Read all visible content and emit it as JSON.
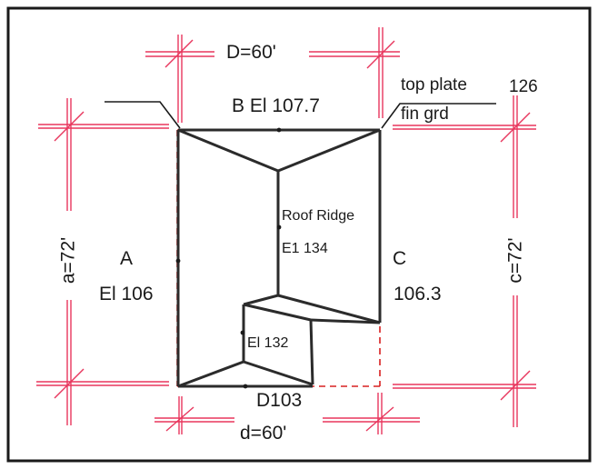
{
  "labels": {
    "dim_top": "D=60'",
    "dim_bottom": "d=60'",
    "dim_left": "a=72'",
    "dim_right": "c=72'",
    "side_b": "B El 107.7",
    "side_a_letter": "A",
    "side_a_elev": "El 106",
    "side_c_letter": "C",
    "side_c_elev": "106.3",
    "side_d": "D103",
    "roof_ridge": "Roof Ridge",
    "ridge_elev": "E1 134",
    "lower_elev": "El 132",
    "legend_top": "top plate",
    "legend_bottom": "fin grd",
    "legend_value": "126"
  },
  "colors": {
    "border": "#1a1a1a",
    "outline": "#2b2b2b",
    "dimension": "#e8365d",
    "dashed": "#d92020"
  }
}
